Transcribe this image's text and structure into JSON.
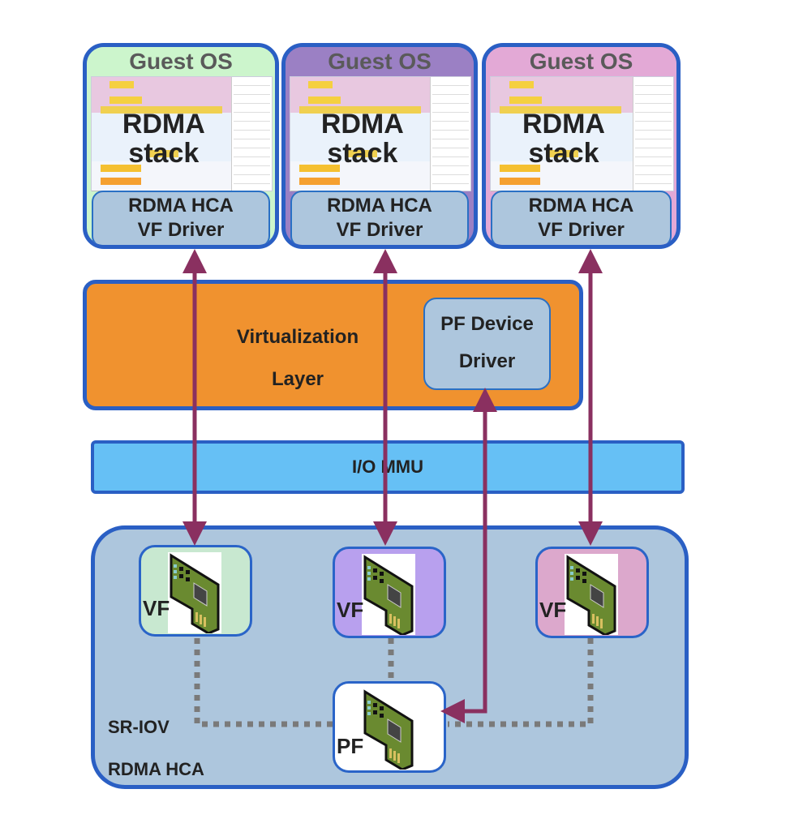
{
  "guests": [
    {
      "title": "Guest OS",
      "stack_label_1": "RDMA",
      "stack_label_2": "stack",
      "driver_1": "RDMA HCA",
      "driver_2": "VF Driver",
      "header_color": "#ccf5cc",
      "body_color": "#ccf5cc"
    },
    {
      "title": "Guest OS",
      "stack_label_1": "RDMA",
      "stack_label_2": "stack",
      "driver_1": "RDMA HCA",
      "driver_2": "VF Driver",
      "header_color": "#9b80c4",
      "body_color": "#9b80c4"
    },
    {
      "title": "Guest OS",
      "stack_label_1": "RDMA",
      "stack_label_2": "stack",
      "driver_1": "RDMA HCA",
      "driver_2": "VF Driver",
      "header_color": "#e3a9d6",
      "body_color": "#e3a9d6"
    }
  ],
  "virtualization": {
    "line1": "Virtualization",
    "line2": "Layer",
    "color": "#f0922f"
  },
  "pf_driver": {
    "line1": "PF Device",
    "line2": "Driver"
  },
  "iommu": {
    "label": "I/O MMU",
    "color": "#66c0f5"
  },
  "hca": {
    "line1": "SR-IOV",
    "line2": "RDMA HCA",
    "color": "#adc6dd"
  },
  "functions": [
    {
      "label": "VF",
      "color": "#c8e8d0"
    },
    {
      "label": "VF",
      "color": "#b8a0ee"
    },
    {
      "label": "VF",
      "color": "#dca8cc"
    },
    {
      "label": "PF",
      "color": "#ffffff"
    }
  ],
  "colors": {
    "border": "#2a5fc4",
    "arrow": "#8a3060",
    "dotted": "#7a7a7a"
  }
}
